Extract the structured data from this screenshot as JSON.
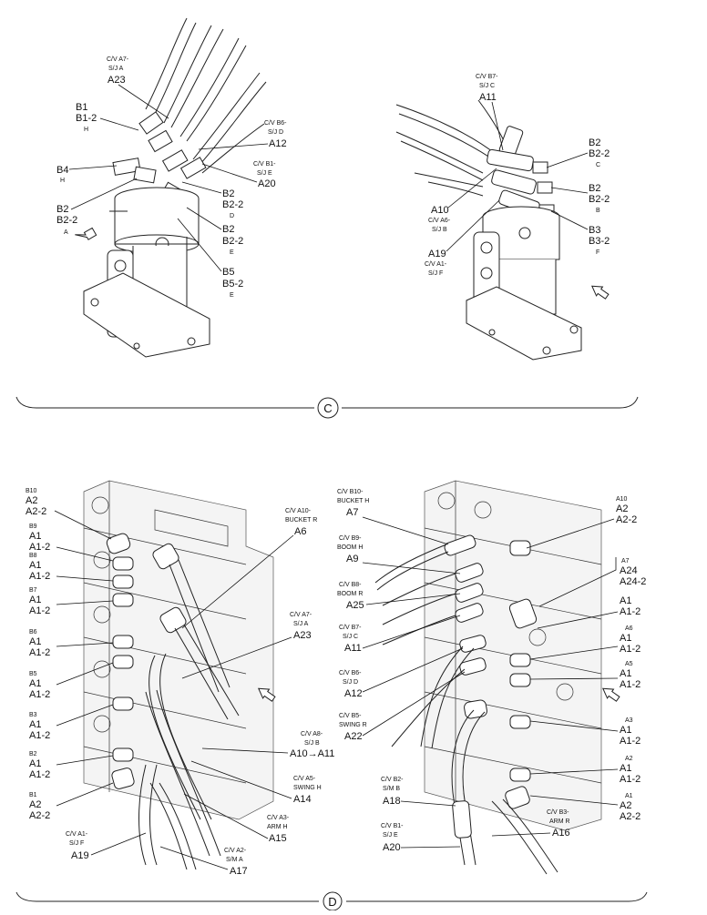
{
  "section_c": {
    "marker": "C"
  },
  "section_d": {
    "marker": "D"
  },
  "labels": {
    "c1_cva7": "C/V A7-",
    "c1_sja": "S/J A",
    "c1_a23": "A23",
    "c1_b1": "B1",
    "c1_b12": "B1-2",
    "c1_h1": "H",
    "c1_b4": "B4",
    "c1_h2": "H",
    "c1_b2a": "B2",
    "c1_b22a": "B2-2",
    "c1_a": "A",
    "c1_cvb6": "C/V B6-",
    "c1_sjd": "S/J D",
    "c1_a12": "A12",
    "c1_cvb1": "C/V B1-",
    "c1_sje": "S/J E",
    "c1_a20": "A20",
    "c1_b2d": "B2",
    "c1_b22d": "B2-2",
    "c1_d": "D",
    "c1_b2e": "B2",
    "c1_b22e": "B2-2",
    "c1_e": "E",
    "c1_b5": "B5",
    "c1_b52": "B5-2",
    "c1_e2": "E",
    "c2_cvb7": "C/V B7-",
    "c2_sjc": "S/J C",
    "c2_a11": "A11",
    "c2_b2c": "B2",
    "c2_b22c": "B2-2",
    "c2_c": "C",
    "c2_b2b": "B2",
    "c2_b22b": "B2-2",
    "c2_b": "B",
    "c2_a10": "A10",
    "c2_cva6": "C/V A6-",
    "c2_sjb": "S/J B",
    "c2_b3": "B3",
    "c2_b32": "B3-2",
    "c2_f": "F",
    "c2_a19": "A19",
    "c2_cva1": "C/V A1-",
    "c2_sjf": "S/J F",
    "d1_b10": "B10",
    "d1_a2a": "A2",
    "d1_a22a": "A2-2",
    "d1_b9": "B9",
    "d1_a1a": "A1",
    "d1_a12a": "A1-2",
    "d1_b8": "B8",
    "d1_a1b": "A1",
    "d1_a12b": "A1-2",
    "d1_b7": "B7",
    "d1_a1c": "A1",
    "d1_a12c": "A1-2",
    "d1_b6": "B6",
    "d1_a1d": "A1",
    "d1_a12d": "A1-2",
    "d1_b5": "B5",
    "d1_a1e": "A1",
    "d1_a12e": "A1-2",
    "d1_b3": "B3",
    "d1_a1f": "A1",
    "d1_a12f": "A1-2",
    "d1_b2": "B2",
    "d1_a1g": "A1",
    "d1_a12g": "A1-2",
    "d1_b1": "B1",
    "d1_a2b": "A2",
    "d1_a22b": "A2-2",
    "d1_cva10": "C/V A10-",
    "d1_bucketr": "BUCKET R",
    "d1_a6": "A6",
    "d1_cva7": "C/V A7-",
    "d1_sja": "S/J  A",
    "d1_a23": "A23",
    "d1_cva8": "C/V A8-",
    "d1_sjb": "S/J  B",
    "d1_a10a11": "A10→A11",
    "d1_cva5": "C/V A5-",
    "d1_swingh": "SWING H",
    "d1_a14": "A14",
    "d1_cva3": "C/V A3-",
    "d1_armh": "ARM H",
    "d1_a15": "A15",
    "d1_cva2": "C/V A2-",
    "d1_sma": "S/M A",
    "d1_a17": "A17",
    "d1_cva1": "C/V A1-",
    "d1_sjf": "S/J F",
    "d1_a19": "A19",
    "d2_cvb10": "C/V B10-",
    "d2_bucketh": "BUCKET H",
    "d2_a7": "A7",
    "d2_cvb9": "C/V B9-",
    "d2_boomh": "BOOM H",
    "d2_a9": "A9",
    "d2_cvb8": "C/V B8-",
    "d2_boomr": "BOOM R",
    "d2_a25": "A25",
    "d2_cvb7": "C/V B7-",
    "d2_sjc": "S/J C",
    "d2_a11": "A11",
    "d2_cvb6": "C/V B6-",
    "d2_sjd": "S/J D",
    "d2_a12": "A12",
    "d2_cvb5": "C/V B5-",
    "d2_swingr": "SWING R",
    "d2_a22": "A22",
    "d2_cvb2": "C/V B2-",
    "d2_smb": "S/M B",
    "d2_a18": "A18",
    "d2_cvb1": "C/V B1-",
    "d2_sje": "S/J E",
    "d2_a20": "A20",
    "d2_a10": "A10",
    "d2_a2a": "A2",
    "d2_a22a": "A2-2",
    "d2_a7r": "A7",
    "d2_a24": "A24",
    "d2_a242": "A24-2",
    "d2_a1a": "A1",
    "d2_a12a": "A1-2",
    "d2_a6": "A6",
    "d2_a1b": "A1",
    "d2_a12b": "A1-2",
    "d2_a5": "A5",
    "d2_a1c": "A1",
    "d2_a12c": "A1-2",
    "d2_a3": "A3",
    "d2_a1d": "A1",
    "d2_a12d": "A1-2",
    "d2_a2": "A2",
    "d2_a1e": "A1",
    "d2_a12e": "A1-2",
    "d2_a1": "A1",
    "d2_a2b": "A2",
    "d2_a22b": "A2-2",
    "d2_cvb3": "C/V B3-",
    "d2_armr": "ARM R",
    "d2_a16": "A16"
  }
}
